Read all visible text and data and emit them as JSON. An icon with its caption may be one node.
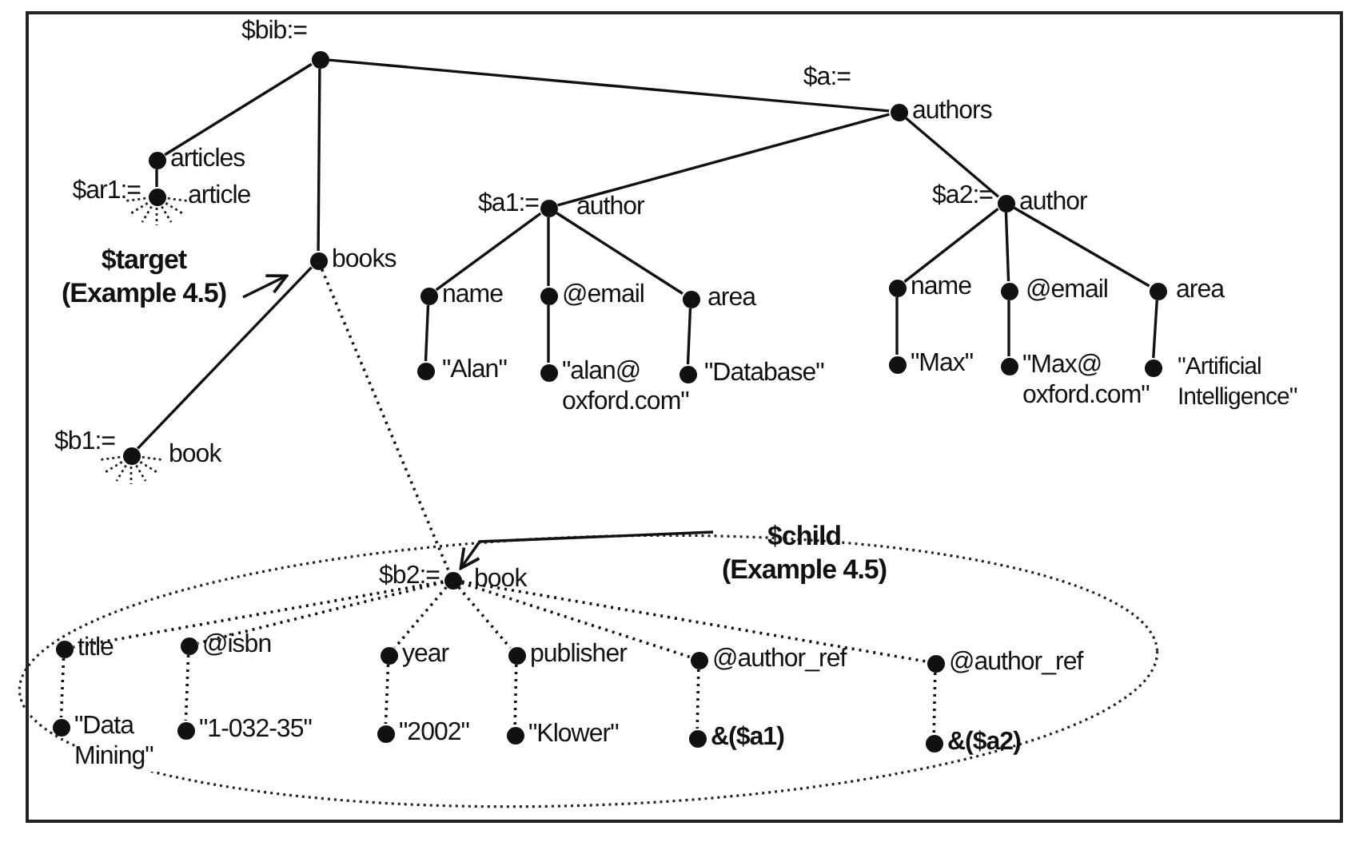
{
  "diagram": {
    "nodes": [
      {
        "text": [],
        "shape": "circle",
        "beside": [
          "$bib:="
        ]
      },
      {
        "text": [
          "articles"
        ]
      },
      {
        "text": [
          "article"
        ],
        "beside": [
          "$ar1:="
        ]
      },
      {
        "text": [
          "books"
        ]
      },
      {
        "text": [
          "book"
        ],
        "beside": [
          "$b1:="
        ]
      },
      {
        "text": [
          "authors"
        ],
        "beside": [
          "$a:="
        ]
      },
      {
        "text": [
          "author"
        ],
        "beside": [
          "$a1:="
        ]
      },
      {
        "text": [
          "name"
        ]
      },
      {
        "text": [
          "\"Alan\""
        ]
      },
      {
        "text": [
          "@email"
        ]
      },
      {
        "text": [
          "\"alan@ oxford.com\""
        ]
      },
      {
        "text": [
          "area"
        ]
      },
      {
        "text": [
          "\"Database\""
        ]
      },
      {
        "text": [
          "author"
        ],
        "beside": [
          "$a2:="
        ]
      },
      {
        "text": [
          "name"
        ]
      },
      {
        "text": [
          "\"Max\""
        ]
      },
      {
        "text": [
          "@email"
        ]
      },
      {
        "text": [
          "\"Max@ oxford.com\""
        ]
      },
      {
        "text": [
          "area"
        ]
      },
      {
        "text": [
          "\"Artificial Intelligence\""
        ]
      },
      {
        "text": [
          "book"
        ],
        "beside": [
          "$b2:="
        ]
      },
      {
        "text": [
          "title"
        ]
      },
      {
        "text": [
          "\"Data Mining\""
        ]
      },
      {
        "text": [
          "@isbn"
        ]
      },
      {
        "text": [
          "\"1-032-35\""
        ]
      },
      {
        "text": [
          "year"
        ]
      },
      {
        "text": [
          "\"2002\""
        ]
      },
      {
        "text": [
          "publisher"
        ]
      },
      {
        "text": [
          "\"Klower\""
        ]
      },
      {
        "text": [
          "@author_ref"
        ]
      },
      {
        "text": [
          "&($a1)"
        ]
      },
      {
        "text": [
          "@author_ref"
        ]
      },
      {
        "text": [
          "&($a2)"
        ]
      },
      {
        "text": [
          "$target (Example 4.5)"
        ]
      },
      {
        "text": [
          "$child (Example 4.5)"
        ]
      }
    ],
    "edges": [
      {
        "from": 0,
        "to": 1,
        "arrow": "none"
      },
      {
        "from": 1,
        "to": 2,
        "arrow": "none"
      },
      {
        "from": 0,
        "to": 3,
        "arrow": "none"
      },
      {
        "from": 3,
        "to": 4,
        "arrow": "none"
      },
      {
        "from": 0,
        "to": 5,
        "arrow": "none"
      },
      {
        "from": 5,
        "to": 6,
        "arrow": "none"
      },
      {
        "from": 5,
        "to": 13,
        "arrow": "none"
      },
      {
        "from": 6,
        "to": 7,
        "arrow": "none"
      },
      {
        "from": 7,
        "to": 8,
        "arrow": "none"
      },
      {
        "from": 6,
        "to": 9,
        "arrow": "none"
      },
      {
        "from": 9,
        "to": 10,
        "arrow": "none"
      },
      {
        "from": 6,
        "to": 11,
        "arrow": "none"
      },
      {
        "from": 11,
        "to": 12,
        "arrow": "none"
      },
      {
        "from": 13,
        "to": 14,
        "arrow": "none"
      },
      {
        "from": 14,
        "to": 15,
        "arrow": "none"
      },
      {
        "from": 13,
        "to": 16,
        "arrow": "none"
      },
      {
        "from": 16,
        "to": 17,
        "arrow": "none"
      },
      {
        "from": 13,
        "to": 18,
        "arrow": "none"
      },
      {
        "from": 18,
        "to": 19,
        "arrow": "none"
      },
      {
        "from": 3,
        "to": 20,
        "arrow": "none",
        "style": "dashed"
      },
      {
        "from": 20,
        "to": 21,
        "arrow": "none",
        "style": "dashed"
      },
      {
        "from": 21,
        "to": 22,
        "arrow": "none",
        "style": "dashed"
      },
      {
        "from": 20,
        "to": 23,
        "arrow": "none",
        "style": "dashed"
      },
      {
        "from": 23,
        "to": 24,
        "arrow": "none",
        "style": "dashed"
      },
      {
        "from": 20,
        "to": 25,
        "arrow": "none",
        "style": "dashed"
      },
      {
        "from": 25,
        "to": 26,
        "arrow": "none",
        "style": "dashed"
      },
      {
        "from": 20,
        "to": 27,
        "arrow": "none",
        "style": "dashed"
      },
      {
        "from": 27,
        "to": 28,
        "arrow": "none",
        "style": "dashed"
      },
      {
        "from": 20,
        "to": 29,
        "arrow": "none",
        "style": "dashed"
      },
      {
        "from": 29,
        "to": 30,
        "arrow": "none",
        "style": "dashed"
      },
      {
        "from": 20,
        "to": 31,
        "arrow": "none",
        "style": "dashed"
      },
      {
        "from": 31,
        "to": 32,
        "arrow": "none",
        "style": "dashed"
      },
      {
        "from": 33,
        "to": 3,
        "arrow": "to"
      },
      {
        "from": 34,
        "to": 20,
        "arrow": "to"
      }
    ]
  }
}
